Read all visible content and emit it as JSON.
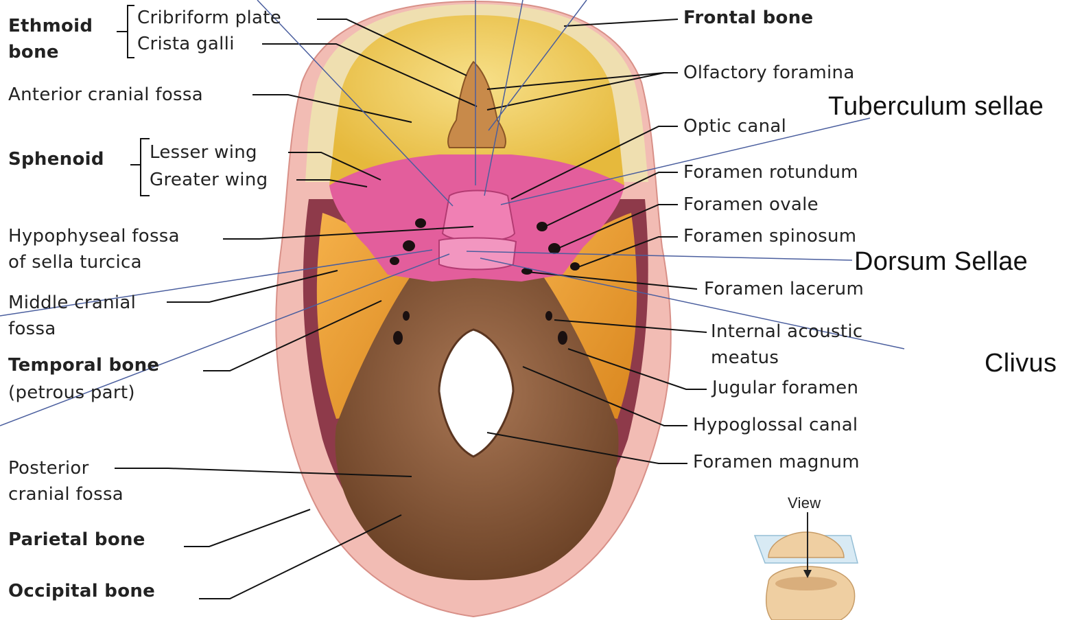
{
  "labels": {
    "ethmoid_bone_1": "Ethmoid",
    "ethmoid_bone_2": "bone",
    "cribriform_plate": "Cribriform plate",
    "crista_galli": "Crista galli",
    "anterior_cranial_fossa": "Anterior cranial fossa",
    "sphenoid": "Sphenoid",
    "lesser_wing": "Lesser wing",
    "greater_wing": "Greater wing",
    "hypophyseal_fossa_1": "Hypophyseal fossa",
    "hypophyseal_fossa_2": "of sella turcica",
    "middle_cranial_fossa_1": "Middle cranial",
    "middle_cranial_fossa_2": "fossa",
    "temporal_bone_1": "Temporal bone",
    "temporal_bone_2": "(petrous part)",
    "posterior_cranial_fossa_1": "Posterior",
    "posterior_cranial_fossa_2": "cranial fossa",
    "parietal_bone": "Parietal bone",
    "occipital_bone": "Occipital bone",
    "frontal_bone": "Frontal bone",
    "olfactory_foramina": "Olfactory foramina",
    "optic_canal": "Optic canal",
    "foramen_rotundum": "Foramen rotundum",
    "foramen_ovale": "Foramen ovale",
    "foramen_spinosum": "Foramen spinosum",
    "foramen_lacerum": "Foramen lacerum",
    "internal_acoustic_1": "Internal acoustic",
    "internal_acoustic_2": "meatus",
    "jugular_foramen": "Jugular foramen",
    "hypoglossal_canal": "Hypoglossal canal",
    "foramen_magnum": "Foramen magnum",
    "tuberculum_sellae": "Tuberculum sellae",
    "dorsum_sellae": "Dorsum  Sellae",
    "clivus": "Clivus",
    "view": "View"
  },
  "colors": {
    "frontal": "#f2d36a",
    "sphenoid": "#e25c9a",
    "temporal": "#f0a23a",
    "occipital": "#8a5a3a",
    "parietal_rim": "#f0b7b0",
    "ethmoid": "#c88a4a",
    "blue_leader": "#4a5e9e",
    "black_leader": "#111111"
  }
}
